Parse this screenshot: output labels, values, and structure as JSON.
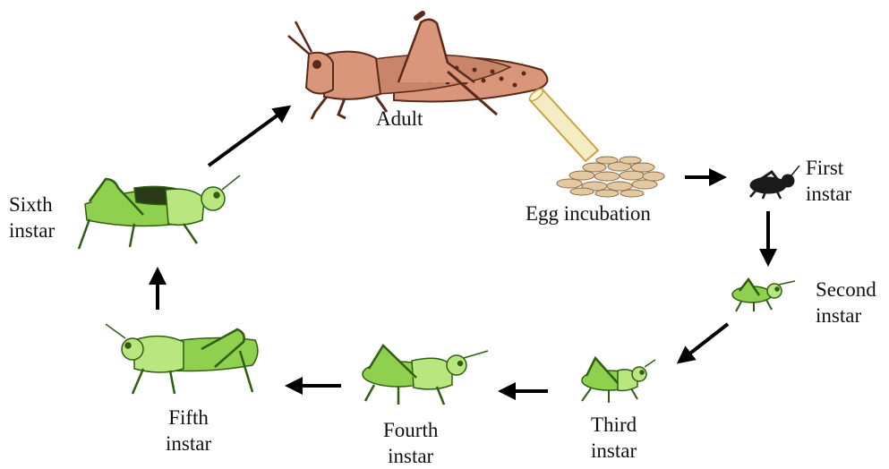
{
  "colors": {
    "adult_body": "#d9967a",
    "adult_dark": "#5a2a1a",
    "nymph_body": "#8fd14f",
    "nymph_light": "#b9e67f",
    "nymph_dark": "#2f5e12",
    "first_instar": "#1a1a1a",
    "egg": "#e3c9a3",
    "egg_tube": "#f6ecc4",
    "arrow": "#000000"
  },
  "stages": {
    "adult": "Adult",
    "eggs": "Egg incubation",
    "first": [
      "First",
      "instar"
    ],
    "second": [
      "Second",
      "instar"
    ],
    "third": [
      "Third",
      "instar"
    ],
    "fourth": [
      "Fourth",
      "instar"
    ],
    "fifth": [
      "Fifth",
      "instar"
    ],
    "sixth": [
      "Sixth",
      "instar"
    ]
  }
}
